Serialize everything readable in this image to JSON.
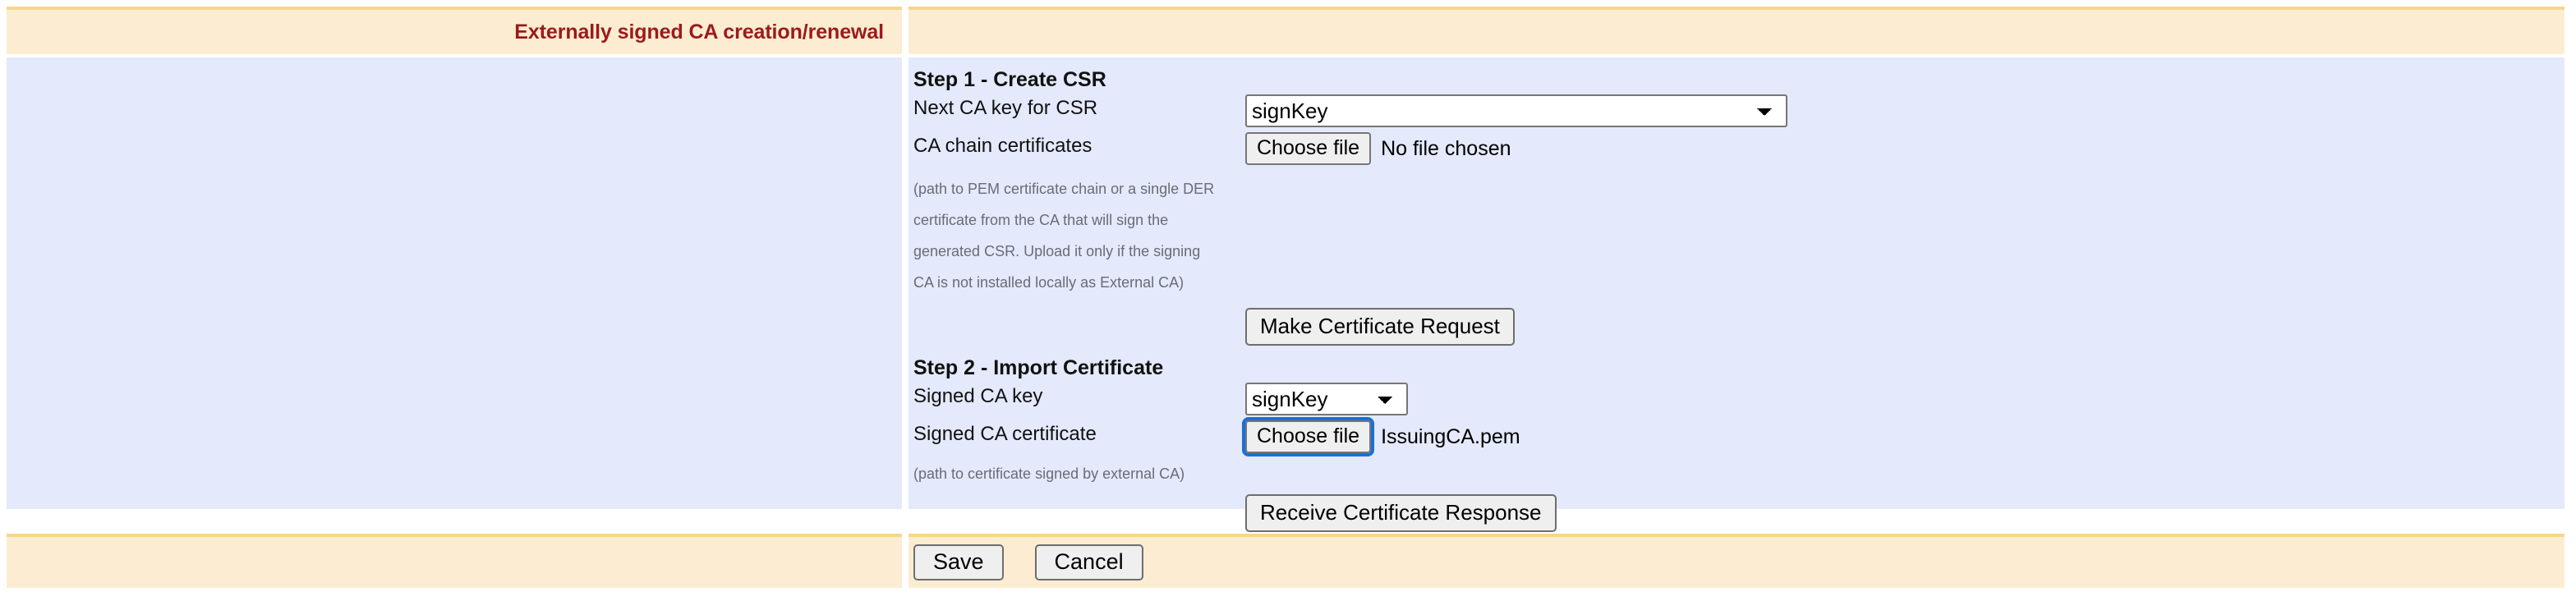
{
  "header": {
    "title": "Externally signed CA creation/renewal"
  },
  "step1": {
    "title": "Step 1 - Create CSR",
    "next_ca_key_label": "Next CA key for CSR",
    "next_ca_key_value": "signKey",
    "next_ca_key_options": [
      "signKey"
    ],
    "ca_chain_label": "CA chain certificates",
    "ca_chain_button": "Choose file",
    "ca_chain_filename": "No file chosen",
    "hint_lines": [
      "(path to PEM certificate chain or a single DER",
      "certificate from the CA that will sign the",
      "generated CSR. Upload it only if the signing",
      "CA is not installed locally as External CA)"
    ],
    "make_request_button": "Make Certificate Request"
  },
  "step2": {
    "title": "Step 2 - Import Certificate",
    "signed_ca_key_label": "Signed CA key",
    "signed_ca_key_value": "signKey",
    "signed_ca_key_options": [
      "signKey"
    ],
    "signed_ca_cert_label": "Signed CA certificate",
    "signed_ca_cert_button": "Choose file",
    "signed_ca_cert_filename": "IssuingCA.pem",
    "hint": "(path to certificate signed by external CA)",
    "receive_response_button": "Receive Certificate Response"
  },
  "footer": {
    "save_label": "Save",
    "cancel_label": "Cancel"
  },
  "colors": {
    "header_bg": "#fcedd2",
    "header_border": "#f7d68a",
    "body_bg": "#e4e9fb",
    "title_text": "#9c1a1a",
    "hint_text": "#6b6b78",
    "focus_ring": "#1a6fd4"
  }
}
